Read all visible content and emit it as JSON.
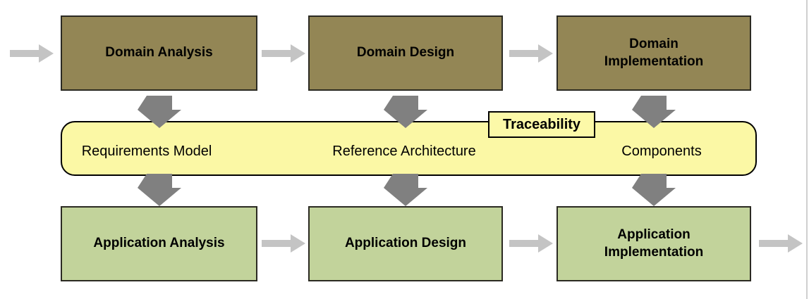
{
  "top_row": {
    "boxes": [
      {
        "id": "domain-analysis",
        "label": "Domain Analysis"
      },
      {
        "id": "domain-design",
        "label": "Domain Design"
      },
      {
        "id": "domain-implementation",
        "label": "Domain\nImplementation"
      }
    ]
  },
  "middle_band": {
    "tag_label": "Traceability",
    "items": [
      {
        "label": "Requirements Model"
      },
      {
        "label": "Reference Architecture"
      },
      {
        "label": "Components"
      }
    ]
  },
  "bottom_row": {
    "boxes": [
      {
        "id": "application-analysis",
        "label": "Application Analysis"
      },
      {
        "id": "application-design",
        "label": "Application Design"
      },
      {
        "id": "application-implementation",
        "label": "Application\nImplementation"
      }
    ]
  },
  "colors": {
    "domain_box_fill": "#938655",
    "application_box_fill": "#c2d39b",
    "band_fill": "#fbf8a5",
    "tag_fill": "#fcf9a8",
    "horizontal_arrow": "#c4c4c4",
    "vertical_arrow": "#808080",
    "box_border": "#2b2a22",
    "text": "#000000"
  }
}
